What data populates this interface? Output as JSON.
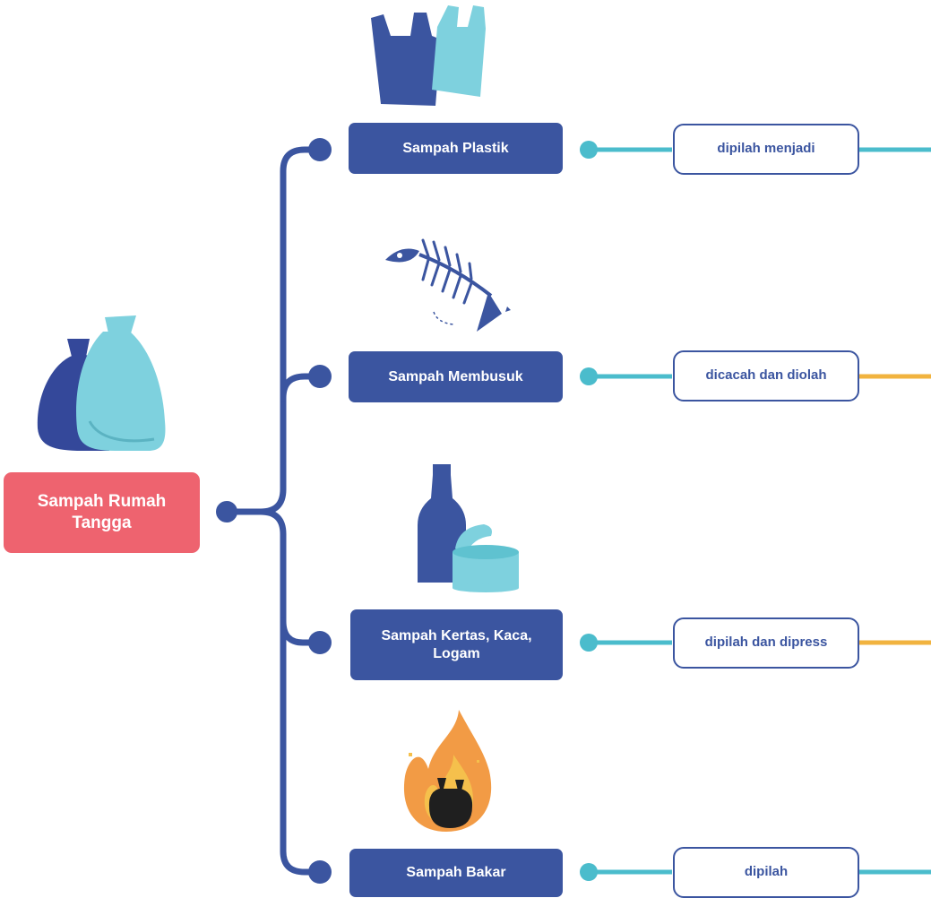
{
  "root": {
    "label": "Sampah Rumah Tangga"
  },
  "categories": [
    {
      "label": "Sampah Plastik",
      "process": "dipilah menjadi",
      "output_color": "#4bbccc"
    },
    {
      "label": "Sampah Membusuk",
      "process": "dicacah dan diolah",
      "output_color": "#f1b33f"
    },
    {
      "label": "Sampah Kertas, Kaca, Logam",
      "process": "dipilah dan dipress",
      "output_color": "#f1b33f"
    },
    {
      "label": "Sampah Bakar",
      "process": "dipilah",
      "output_color": "#4bbccc"
    }
  ],
  "colors": {
    "trunk": "#3b55a0",
    "root_box": "#ee636f",
    "category_box": "#3b55a0",
    "connector": "#4bbccc",
    "icon_dark": "#34489a",
    "icon_light": "#7ed1de",
    "fire_outer": "#f29b45",
    "fire_inner": "#f5c04c"
  },
  "icons": [
    "garbage-bags-icon",
    "plastic-bags-icon",
    "fish-bone-icon",
    "bottle-and-can-icon",
    "burning-trash-icon"
  ]
}
